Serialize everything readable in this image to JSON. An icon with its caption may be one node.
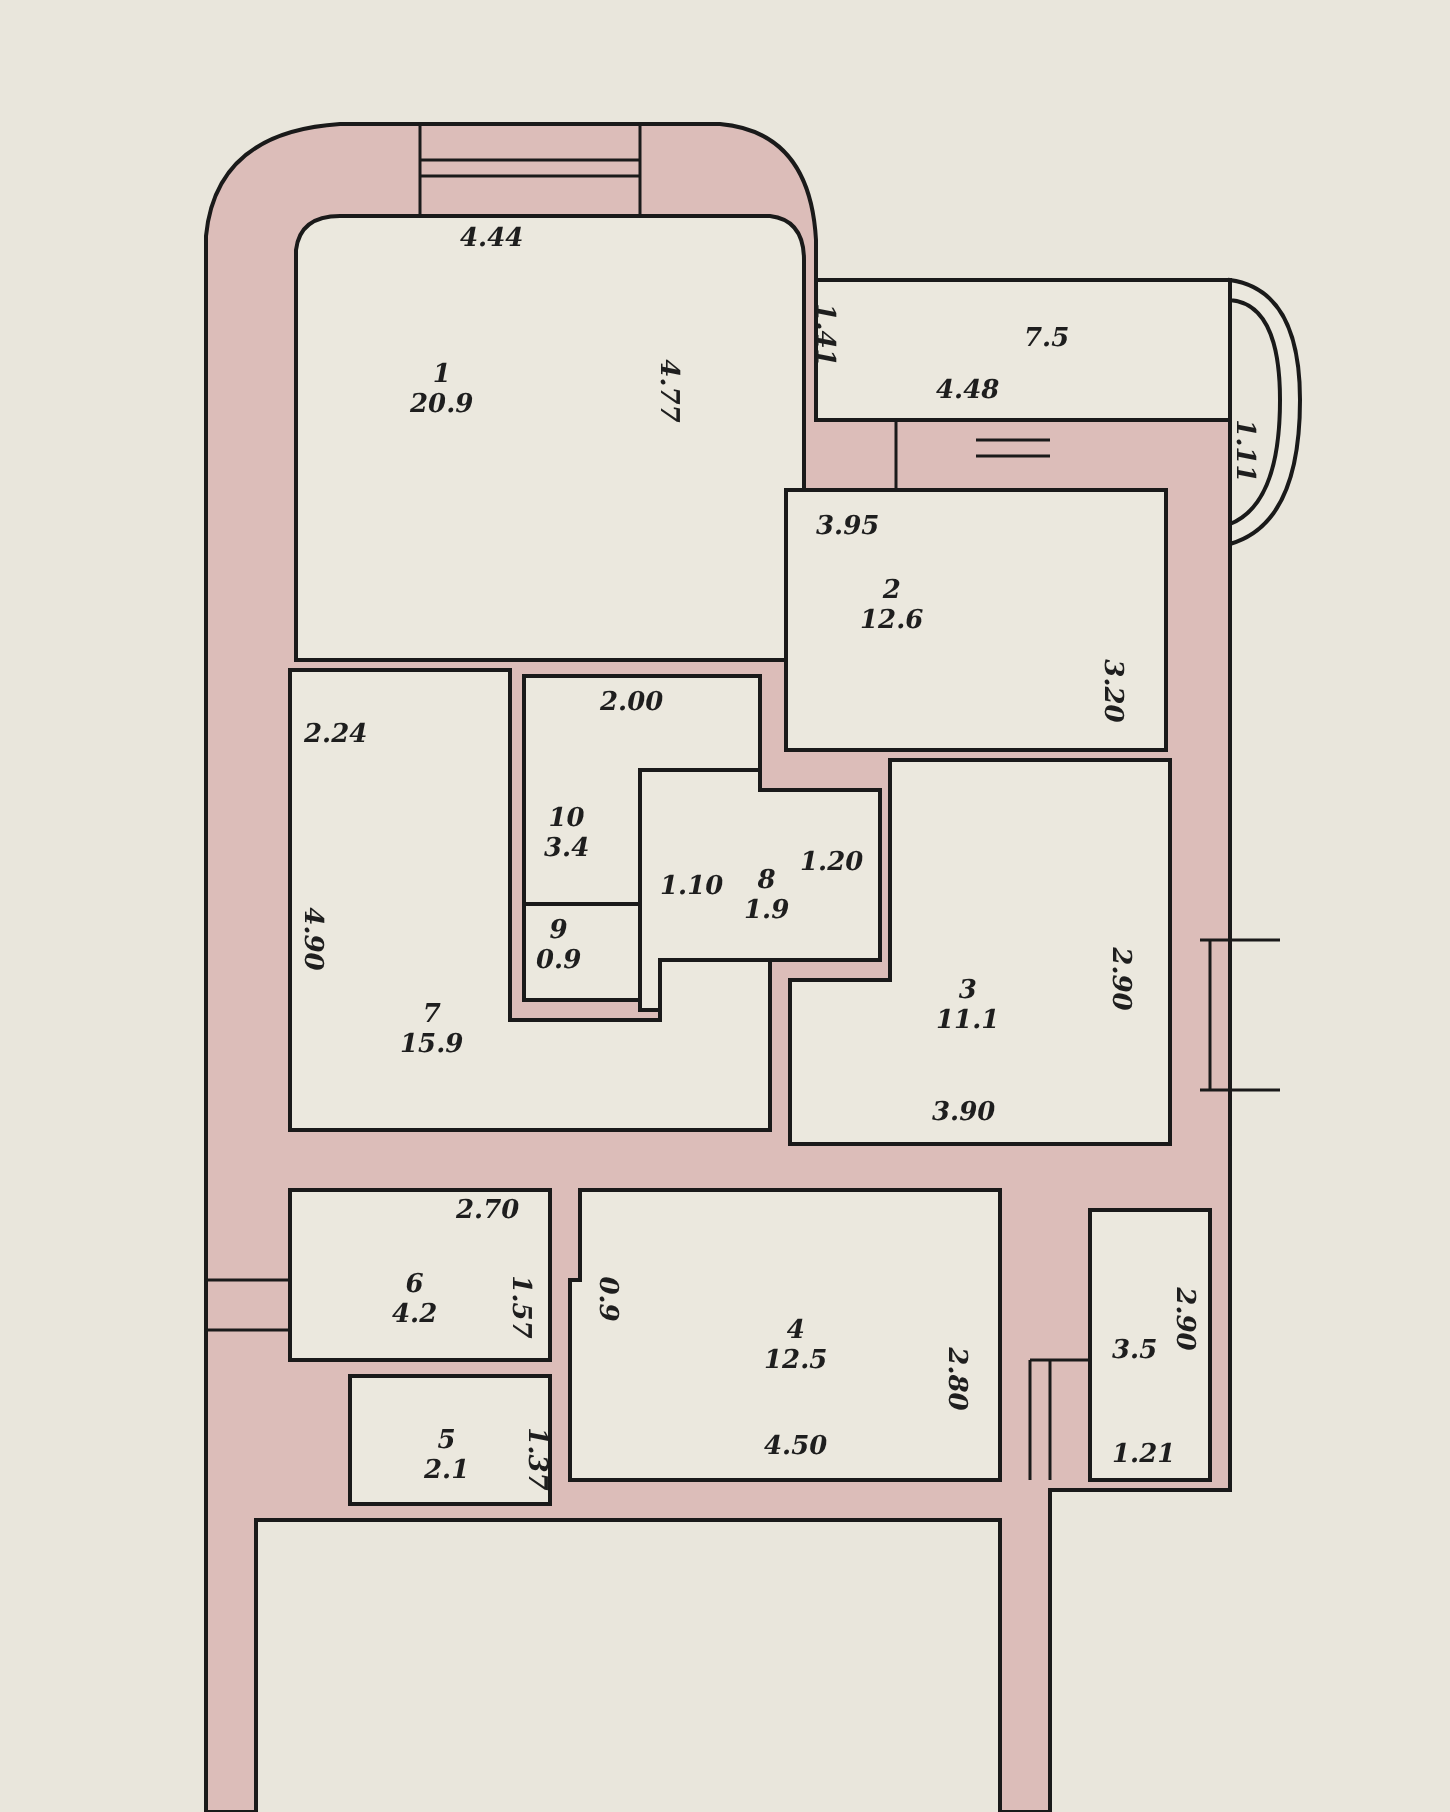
{
  "diagram": {
    "nodes": [
      {
        "text": [
          "1",
          "20.9"
        ]
      },
      {
        "text": [
          "2",
          "12.6"
        ]
      },
      {
        "text": [
          "10",
          "3.4"
        ]
      },
      {
        "text": [
          "9",
          "0.9"
        ]
      },
      {
        "text": [
          "8",
          "1.9"
        ]
      },
      {
        "text": [
          "3",
          "11.1"
        ]
      },
      {
        "text": [
          "7",
          "15.9"
        ]
      },
      {
        "text": [
          "6",
          "4.2"
        ]
      },
      {
        "text": [
          "4",
          "12.5"
        ]
      },
      {
        "text": [
          "3.5"
        ]
      },
      {
        "text": [
          "5",
          "2.1"
        ]
      }
    ],
    "labels": [
      "4.44",
      "1.41",
      "7.5",
      "4.77",
      "4.48",
      "1.11",
      "3.95",
      "3.20",
      "2.00",
      "2.24",
      "1.20",
      "1.10",
      "4.90",
      "2.90",
      "3.90",
      "2.70",
      "0.9",
      "1.57",
      "2.90",
      "2.80",
      "4.50",
      "1.21",
      "1.37"
    ]
  }
}
